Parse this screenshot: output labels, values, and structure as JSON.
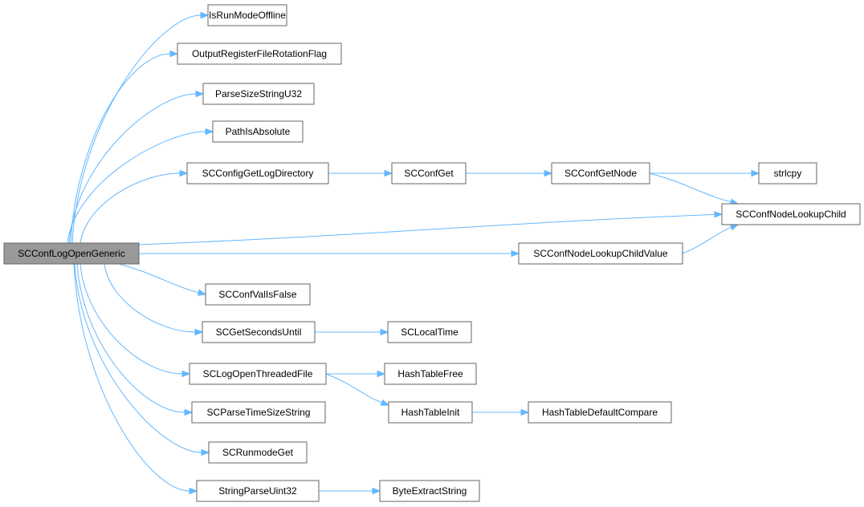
{
  "diagram": {
    "root": "SCConfLogOpenGeneric",
    "nodes": [
      {
        "id": "root",
        "label": "SCConfLogOpenGeneric"
      },
      {
        "id": "n1",
        "label": "IsRunModeOffline"
      },
      {
        "id": "n2",
        "label": "OutputRegisterFileRotationFlag"
      },
      {
        "id": "n3",
        "label": "ParseSizeStringU32"
      },
      {
        "id": "n4",
        "label": "PathIsAbsolute"
      },
      {
        "id": "n5",
        "label": "SCConfigGetLogDirectory"
      },
      {
        "id": "n6",
        "label": "SCConfGet"
      },
      {
        "id": "n7",
        "label": "SCConfGetNode"
      },
      {
        "id": "n8",
        "label": "strlcpy"
      },
      {
        "id": "n9",
        "label": "SCConfNodeLookupChild"
      },
      {
        "id": "n10",
        "label": "SCConfNodeLookupChildValue"
      },
      {
        "id": "n11",
        "label": "SCConfValIsFalse"
      },
      {
        "id": "n12",
        "label": "SCGetSecondsUntil"
      },
      {
        "id": "n13",
        "label": "SCLocalTime"
      },
      {
        "id": "n14",
        "label": "SCLogOpenThreadedFile"
      },
      {
        "id": "n15",
        "label": "HashTableFree"
      },
      {
        "id": "n16",
        "label": "HashTableInit"
      },
      {
        "id": "n17",
        "label": "HashTableDefaultCompare"
      },
      {
        "id": "n18",
        "label": "SCParseTimeSizeString"
      },
      {
        "id": "n19",
        "label": "SCRunmodeGet"
      },
      {
        "id": "n20",
        "label": "StringParseUint32"
      },
      {
        "id": "n21",
        "label": "ByteExtractString"
      }
    ],
    "edges": [
      [
        "root",
        "n1"
      ],
      [
        "root",
        "n2"
      ],
      [
        "root",
        "n3"
      ],
      [
        "root",
        "n4"
      ],
      [
        "root",
        "n5"
      ],
      [
        "root",
        "n9"
      ],
      [
        "root",
        "n10"
      ],
      [
        "root",
        "n11"
      ],
      [
        "root",
        "n12"
      ],
      [
        "root",
        "n14"
      ],
      [
        "root",
        "n18"
      ],
      [
        "root",
        "n19"
      ],
      [
        "root",
        "n20"
      ],
      [
        "n5",
        "n6"
      ],
      [
        "n6",
        "n7"
      ],
      [
        "n7",
        "n8"
      ],
      [
        "n7",
        "n9"
      ],
      [
        "n10",
        "n9"
      ],
      [
        "n12",
        "n13"
      ],
      [
        "n14",
        "n15"
      ],
      [
        "n14",
        "n16"
      ],
      [
        "n16",
        "n17"
      ],
      [
        "n20",
        "n21"
      ]
    ]
  },
  "colors": {
    "edge": "#63b8ff",
    "node_border": "#666666",
    "root_fill": "#999999",
    "node_fill": "#ffffff"
  }
}
